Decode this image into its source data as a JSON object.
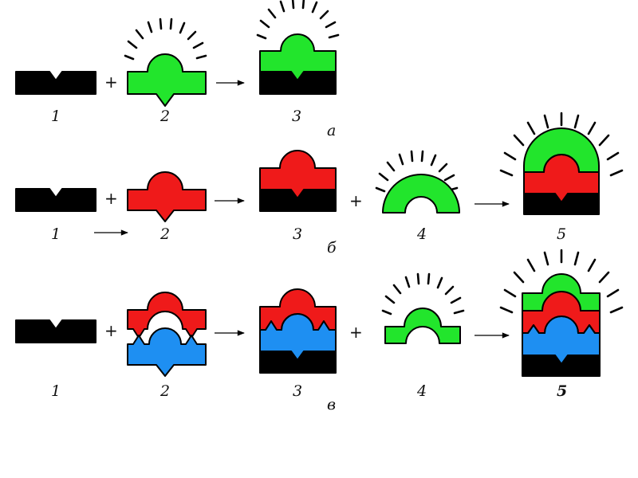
{
  "colors": {
    "black": "#000000",
    "green": "#22e52c",
    "red": "#ef1a1a",
    "blue": "#1e8ff2"
  },
  "operators": {
    "plus": "+"
  },
  "rows": [
    {
      "id": "a",
      "row_label": "а",
      "labels": [
        "1",
        "2",
        "3"
      ],
      "second_row_label_3": "3"
    },
    {
      "id": "b",
      "row_label": "б",
      "labels": [
        "1",
        "2",
        "3",
        "4",
        "5"
      ]
    },
    {
      "id": "c",
      "row_label": "в",
      "labels": [
        "1",
        "2",
        "3",
        "4",
        "5"
      ]
    }
  ]
}
